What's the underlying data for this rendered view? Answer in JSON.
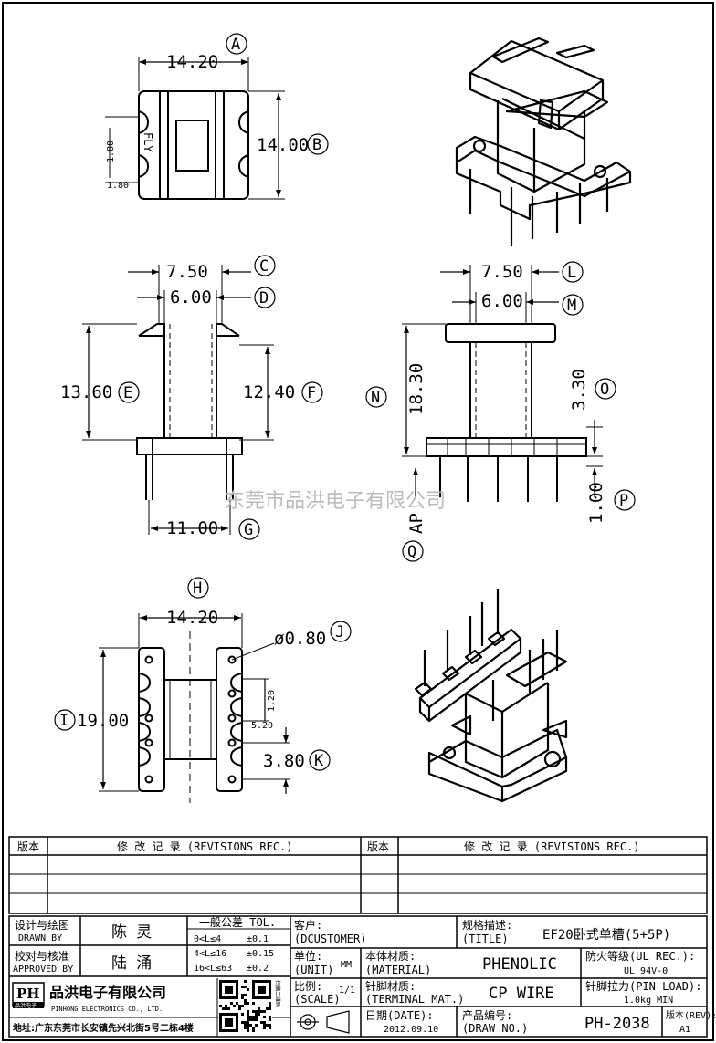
{
  "dims": {
    "a": "14.20",
    "b": "14.00",
    "c": "7.50",
    "d": "6.00",
    "e": "13.60",
    "f": "12.40",
    "g": "11.00",
    "l": "7.50",
    "m": "6.00",
    "n": "18.30",
    "o": "3.30",
    "p": "1.00",
    "h": "14.20",
    "j": "ø0.80",
    "i": "19.00",
    "k": "3.80",
    "s1": "1.80",
    "s2": "1.80",
    "s3": "1.20",
    "s4": "5.20",
    "ap": "AP",
    "fly": "FLY"
  },
  "callouts": {
    "a": "A",
    "b": "B",
    "c": "C",
    "d": "D",
    "e": "E",
    "f": "F",
    "g": "G",
    "l": "L",
    "m": "M",
    "n": "N",
    "o": "O",
    "p": "P",
    "q": "Q",
    "h": "H",
    "j": "J",
    "i": "I",
    "k": "K"
  },
  "watermark": "东莞市品洪电子有限公司",
  "revisions": {
    "col1": "版本",
    "col2": "修 改 记 录 (REVISIONS REC.)",
    "col3": "版本",
    "col4": "修 改 记 录 (REVISIONS REC.)"
  },
  "title_block": {
    "designed_cn": "设计与绘图",
    "designed_en": "DRAWN BY",
    "designer": "陈 灵",
    "approved_cn": "校对与核准",
    "approved_en": "APPROVED BY",
    "approver": "陆 涌",
    "tol_title": "一般公差 TOL.",
    "tol_rows": [
      {
        "range": "0<L≤4",
        "value": "±0.1"
      },
      {
        "range": "4<L≤16",
        "value": "±0.15"
      },
      {
        "range": "16<L≤63",
        "value": "±0.2"
      }
    ],
    "customer_cn": "客户:",
    "customer_en": "(DCUSTOMER)",
    "unit_cn": "单位:",
    "unit_en": "(UNIT)",
    "unit_value": "MM",
    "material_cn": "本体材质:",
    "material_en": "(MATERIAL)",
    "material_value": "PHENOLIC",
    "scale_cn": "比例:",
    "scale_en": "(SCALE)",
    "scale_value": "1/1",
    "terminal_cn": "针脚材质:",
    "terminal_en": "(TERMINAL MAT.)",
    "terminal_value": "CP WIRE",
    "spec_cn": "规格描述:",
    "spec_en": "(TITLE)",
    "spec_value": "EF20卧式单槽(5+5P)",
    "ul_label": "防火等级(UL REC.):",
    "ul_value": "UL 94V-0",
    "pinload_label": "针脚拉力(PIN LOAD):",
    "pinload_value": "1.0kg MIN",
    "date_cn": "日期(DATE):",
    "date_value": "2012.09.10",
    "drawno_cn": "产品编号:",
    "drawno_en": "(DRAW NO.)",
    "drawno_value": "PH-2038",
    "rev_label": "版本(REV):",
    "rev_value": "A1",
    "company_cn": "品洪电子有限公司",
    "company_en": "PINHONG ELECTRONICS CO., LTD.",
    "logo_letters": "PH",
    "logo_sub": "品洪电子",
    "qr_label": "扫描二维码",
    "address": "地址:广东东莞市长安镇先兴北街5号二栋4楼"
  }
}
